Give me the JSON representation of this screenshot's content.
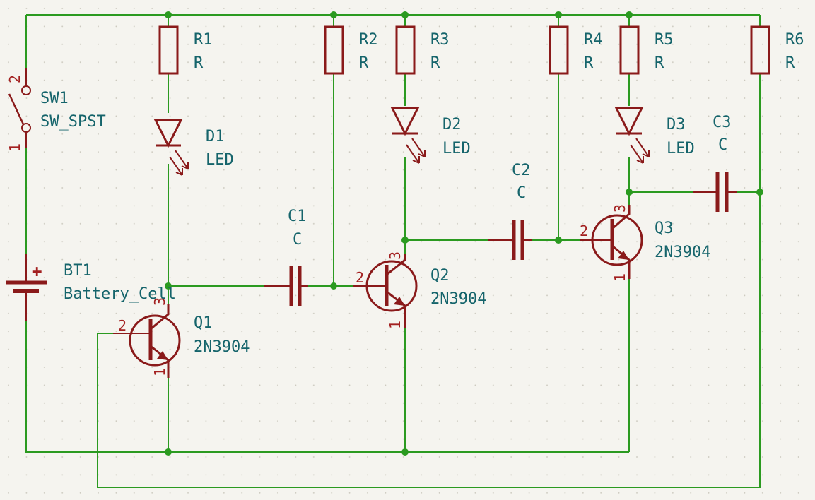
{
  "colors": {
    "wire": "#2b9a20",
    "symbol": "#8a1a1a",
    "label": "#15646b",
    "background": "#f5f4ef"
  },
  "components": {
    "R1": {
      "ref": "R1",
      "value": "R"
    },
    "R2": {
      "ref": "R2",
      "value": "R"
    },
    "R3": {
      "ref": "R3",
      "value": "R"
    },
    "R4": {
      "ref": "R4",
      "value": "R"
    },
    "R5": {
      "ref": "R5",
      "value": "R"
    },
    "R6": {
      "ref": "R6",
      "value": "R"
    },
    "D1": {
      "ref": "D1",
      "value": "LED"
    },
    "D2": {
      "ref": "D2",
      "value": "LED"
    },
    "D3": {
      "ref": "D3",
      "value": "LED"
    },
    "C1": {
      "ref": "C1",
      "value": "C"
    },
    "C2": {
      "ref": "C2",
      "value": "C"
    },
    "C3": {
      "ref": "C3",
      "value": "C"
    },
    "Q1": {
      "ref": "Q1",
      "value": "2N3904",
      "pins": [
        "2",
        "3",
        "1"
      ]
    },
    "Q2": {
      "ref": "Q2",
      "value": "2N3904",
      "pins": [
        "2",
        "3",
        "1"
      ]
    },
    "Q3": {
      "ref": "Q3",
      "value": "2N3904",
      "pins": [
        "2",
        "3",
        "1"
      ]
    },
    "SW1": {
      "ref": "SW1",
      "value": "SW_SPST",
      "pins": [
        "2",
        "1"
      ]
    },
    "BT1": {
      "ref": "BT1",
      "value": "Battery_Cell",
      "polarity": "+"
    }
  }
}
